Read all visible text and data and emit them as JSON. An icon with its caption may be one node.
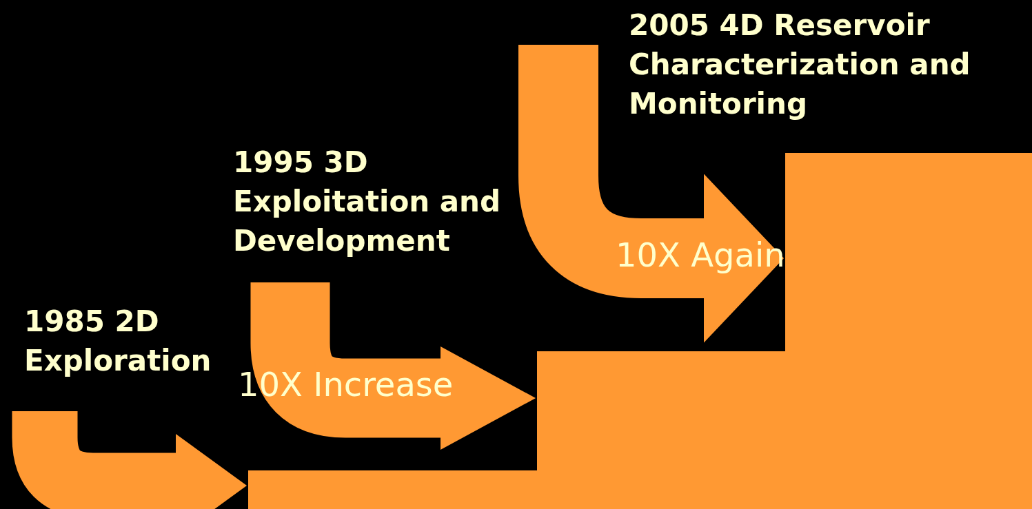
{
  "diagram": {
    "nodes": [
      {
        "text": [],
        "shape": "box",
        "beside": [
          "1985 2D Exploration"
        ]
      },
      {
        "text": [],
        "shape": "box",
        "beside": [
          "1995 3D Exploitation and Development"
        ]
      },
      {
        "text": [],
        "shape": "box",
        "beside": [
          "2005 4D Reservoir Characterization and Monitoring"
        ]
      }
    ],
    "edges": [
      {
        "from": null,
        "to": 0,
        "arrow": "to"
      },
      {
        "from": null,
        "to": 1,
        "arrow": "to",
        "label": "10X Increase"
      },
      {
        "from": null,
        "to": 2,
        "arrow": "to",
        "label": "10X Again"
      }
    ]
  }
}
